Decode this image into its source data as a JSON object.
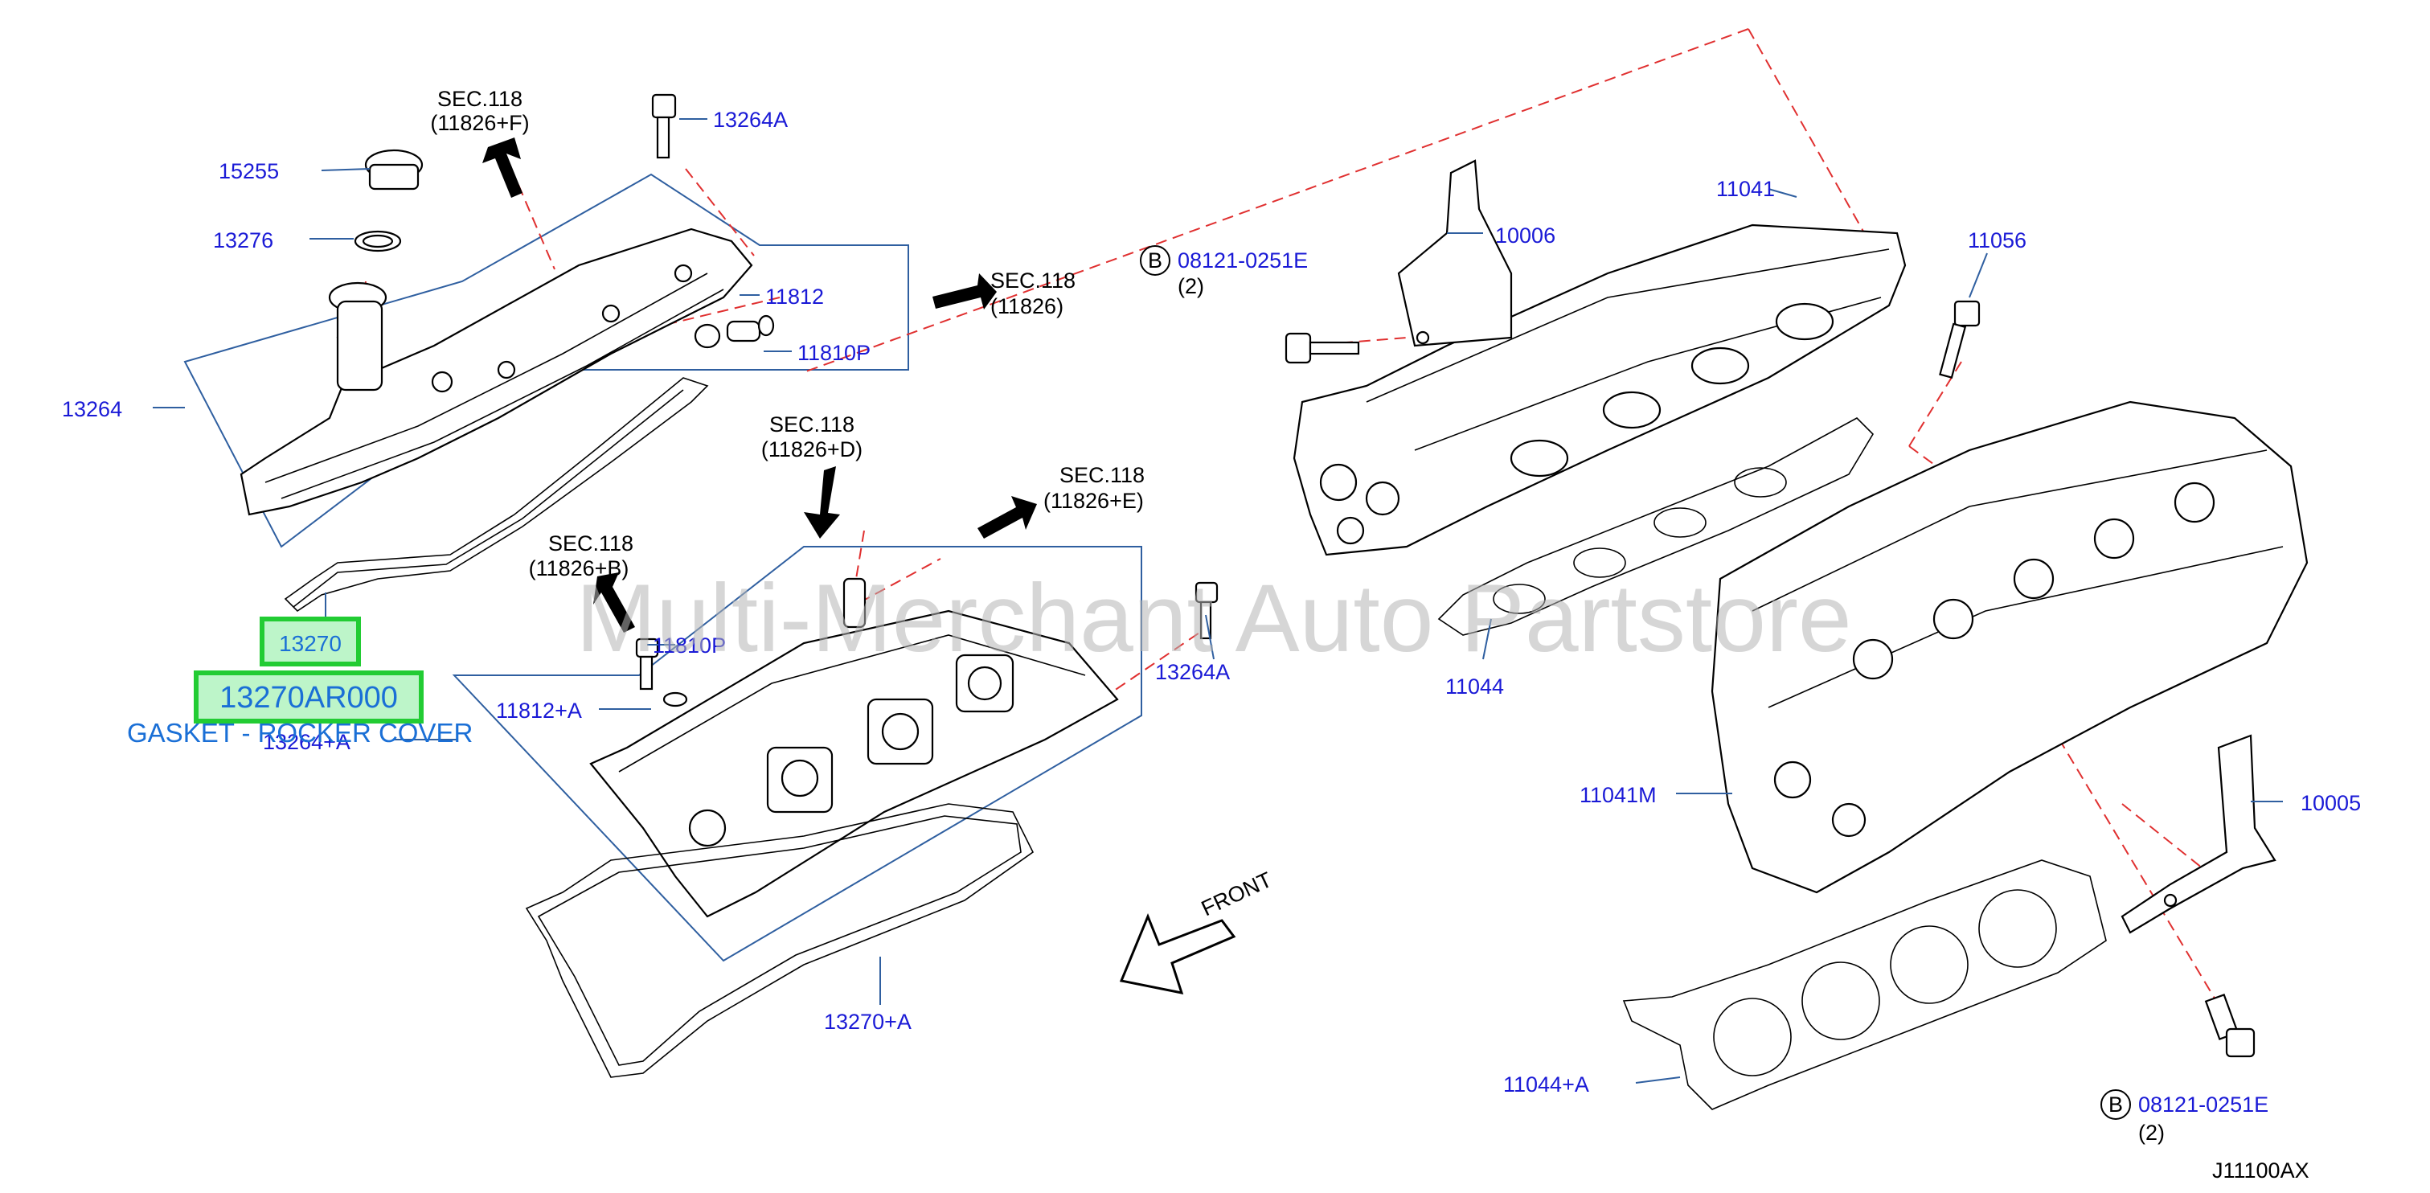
{
  "watermark": "Multi-Merchant Auto Partstore",
  "diagram_code": "J11100AX",
  "front_label": "FRONT",
  "highlight": {
    "part_ref": "13270",
    "part_number": "13270AR000",
    "description": "GASKET - ROCKER COVER"
  },
  "part_labels": {
    "p15255": "15255",
    "p13276": "13276",
    "p13264": "13264",
    "p13264A_top": "13264A",
    "p11812": "11812",
    "p11810P_top": "11810P",
    "p11810P_mid": "11810P",
    "p11812A": "11812+A",
    "p13264plusA": "13264+A",
    "p13264A_mid": "13264A",
    "p13270A": "13270+A",
    "p10006": "10006",
    "p11041": "11041",
    "p11056": "11056",
    "p11044": "11044",
    "p11041M": "11041M",
    "p10005": "10005",
    "p11044A": "11044+A",
    "bolt_top": "08121-0251E",
    "bolt_top_qty": "(2)",
    "bolt_bottom": "08121-0251E",
    "bolt_bottom_qty": "(2)",
    "bolt_badge": "B"
  },
  "section_refs": [
    {
      "line1": "SEC.118",
      "line2": "(11826+F)"
    },
    {
      "line1": "SEC.118",
      "line2": "(11826)"
    },
    {
      "line1": "SEC.118",
      "line2": "(11826+D)"
    },
    {
      "line1": "SEC.118",
      "line2": "(11826+E)"
    },
    {
      "line1": "SEC.118",
      "line2": "(11826+B)"
    }
  ]
}
